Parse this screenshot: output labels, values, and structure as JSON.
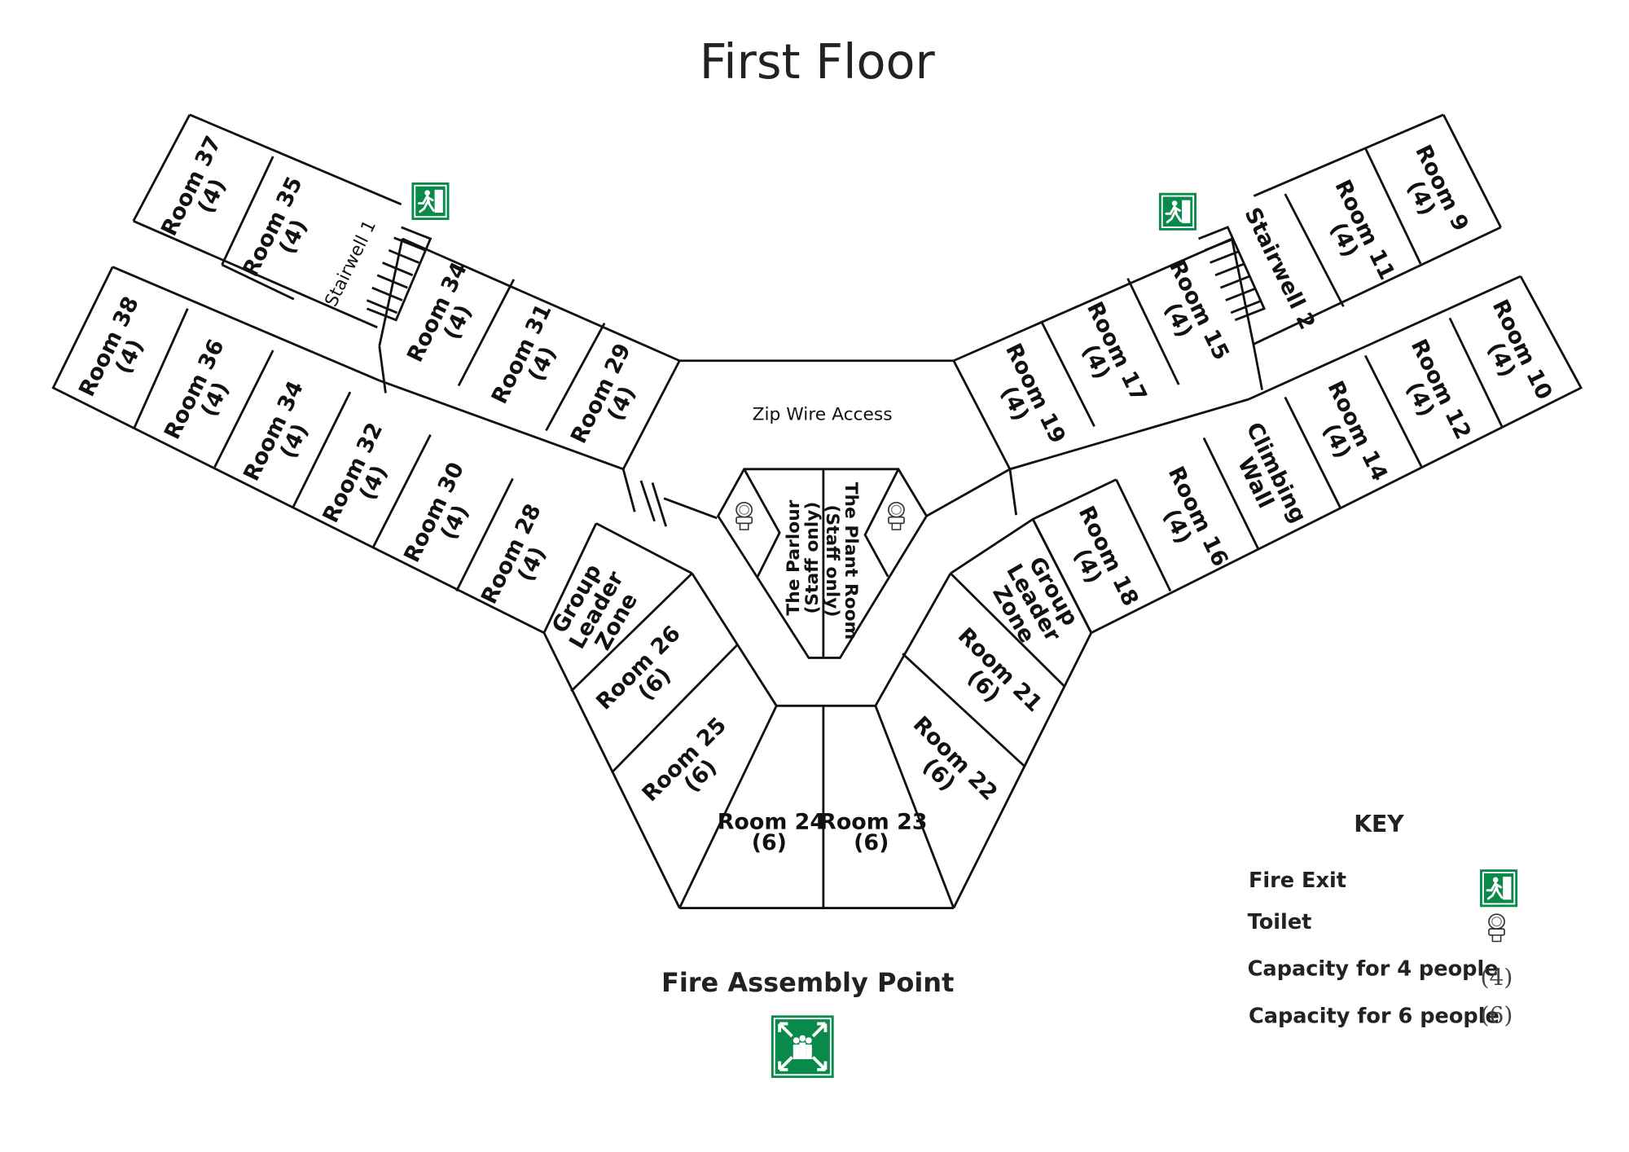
{
  "title": "First Floor",
  "rooms": {
    "r37": {
      "name": "Room 37",
      "cap": "(4)"
    },
    "r35": {
      "name": "Room 35",
      "cap": "(4)"
    },
    "stair1": {
      "name": "Stairwell 1"
    },
    "r34a": {
      "name": "Room 34",
      "cap": "(4)"
    },
    "r31": {
      "name": "Room 31",
      "cap": "(4)"
    },
    "r29": {
      "name": "Room 29",
      "cap": "(4)"
    },
    "r38": {
      "name": "Room 38",
      "cap": "(4)"
    },
    "r36": {
      "name": "Room 36",
      "cap": "(4)"
    },
    "r34b": {
      "name": "Room 34",
      "cap": "(4)"
    },
    "r32": {
      "name": "Room 32",
      "cap": "(4)"
    },
    "r30": {
      "name": "Room 30",
      "cap": "(4)"
    },
    "r28": {
      "name": "Room 28",
      "cap": "(4)"
    },
    "glz1": {
      "l1": "Group",
      "l2": "Leader",
      "l3": "Zone"
    },
    "r26": {
      "name": "Room 26",
      "cap": "(6)"
    },
    "r25": {
      "name": "Room 25",
      "cap": "(6)"
    },
    "r24": {
      "name": "Room 24",
      "cap": "(6)"
    },
    "r23": {
      "name": "Room 23",
      "cap": "(6)"
    },
    "r22": {
      "name": "Room 22",
      "cap": "(6)"
    },
    "r21": {
      "name": "Room 21",
      "cap": "(6)"
    },
    "glz2": {
      "l1": "Group",
      "l2": "Leader",
      "l3": "Zone"
    },
    "r18": {
      "name": "Room 18",
      "cap": "(4)"
    },
    "r16": {
      "name": "Room 16",
      "cap": "(4)"
    },
    "climb": {
      "l1": "Climbing",
      "l2": "Wall"
    },
    "r14": {
      "name": "Room 14",
      "cap": "(4)"
    },
    "r12": {
      "name": "Room 12",
      "cap": "(4)"
    },
    "r10": {
      "name": "Room 10",
      "cap": "(4)"
    },
    "r19": {
      "name": "Room 19",
      "cap": "(4)"
    },
    "r17": {
      "name": "Room 17",
      "cap": "(4)"
    },
    "r15": {
      "name": "Room 15",
      "cap": "(4)"
    },
    "stair2": {
      "name": "Stairwell 2"
    },
    "r11": {
      "name": "Room 11",
      "cap": "(4)"
    },
    "r9": {
      "name": "Room 9",
      "cap": "(4)"
    },
    "zip": {
      "name": "Zip Wire Access"
    },
    "parlour": {
      "l1": "The Parlour",
      "l2": "(Staff only)"
    },
    "plant": {
      "l1": "The Plant Room",
      "l2": "(Staff only)"
    }
  },
  "assembly": {
    "title": "Fire Assembly Point"
  },
  "key": {
    "title": "KEY",
    "fire_exit": "Fire Exit",
    "toilet": "Toilet",
    "cap4": "Capacity for 4 people",
    "cap4_sym": "(4)",
    "cap6": "Capacity for 6 people",
    "cap6_sym": "(6)"
  },
  "colors": {
    "sign_green": "#0a8a4a",
    "wall": "#111111"
  },
  "icons": [
    "fire-exit-icon",
    "toilet-icon",
    "assembly-point-icon"
  ]
}
